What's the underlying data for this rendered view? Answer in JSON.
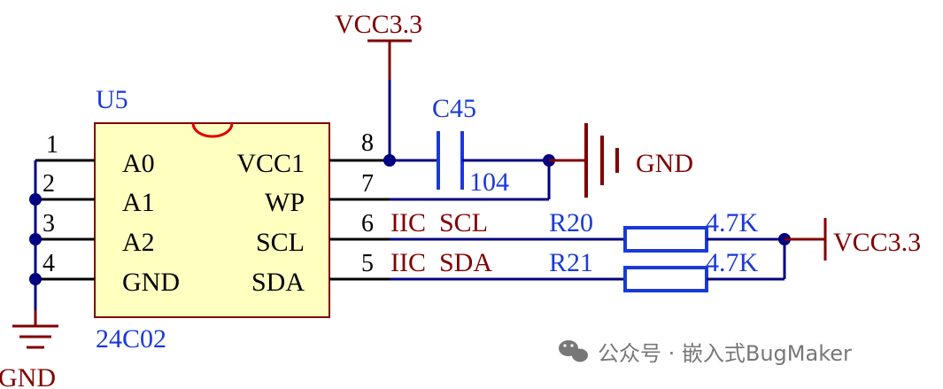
{
  "colors": {
    "wire": "#000080",
    "pin": "#000000",
    "power": "#800000",
    "ic_fill": "#ffffc0",
    "ic_stroke": "#800000",
    "notch": "#e00000",
    "capacitor": "#1a3ad8",
    "resistor": "#1a3ad8",
    "designator": "#1a3ad8",
    "net_label": "#800000",
    "watermark": "#777777"
  },
  "ic": {
    "designator": "U5",
    "part": "24C02",
    "left_pins": [
      {
        "number": "1",
        "name": "A0"
      },
      {
        "number": "2",
        "name": "A1"
      },
      {
        "number": "3",
        "name": "A2"
      },
      {
        "number": "4",
        "name": "GND"
      }
    ],
    "right_pins": [
      {
        "number": "8",
        "name": "VCC1"
      },
      {
        "number": "7",
        "name": "WP"
      },
      {
        "number": "6",
        "name": "SCL"
      },
      {
        "number": "5",
        "name": "SDA"
      }
    ]
  },
  "nets": {
    "scl": "IIC  SCL",
    "sda": "IIC  SDA"
  },
  "power": {
    "vcc_top": "VCC3.3",
    "vcc_right": "VCC3.3",
    "gnd_right": "GND",
    "gnd_left": "GND"
  },
  "capacitor": {
    "designator": "C45",
    "value": "104"
  },
  "resistors": [
    {
      "designator": "R20",
      "value": "4.7K"
    },
    {
      "designator": "R21",
      "value": "4.7K"
    }
  ],
  "watermark": {
    "icon": "wechat-icon",
    "text": "公众号 · 嵌入式BugMaker"
  }
}
